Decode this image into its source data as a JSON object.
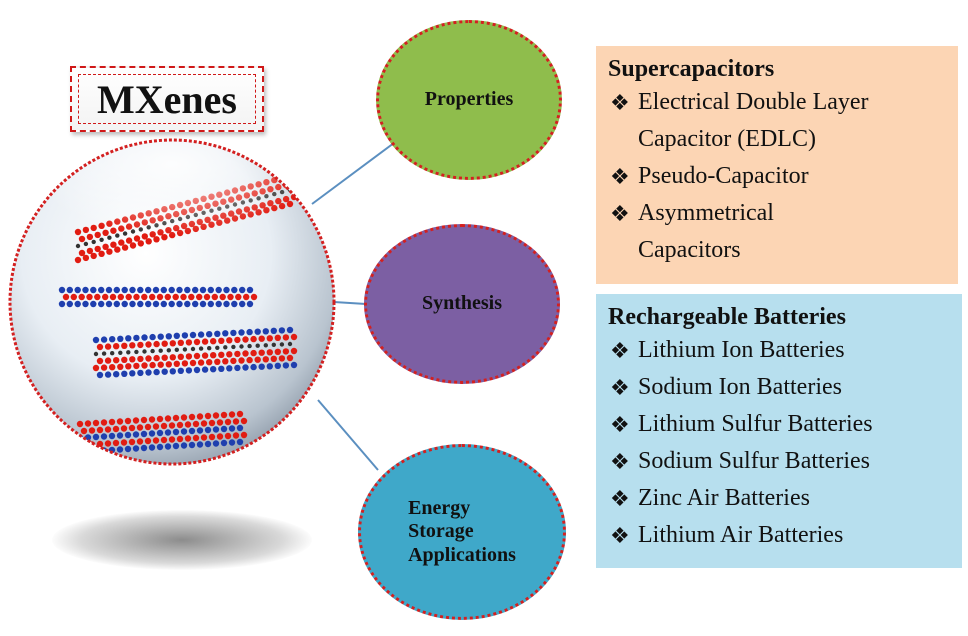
{
  "title": "MXenes",
  "nodes": {
    "properties": "Properties",
    "synthesis": "Synthesis",
    "energy_line1": "Energy",
    "energy_line2": "Storage",
    "energy_line3": "Applications"
  },
  "bullet_symbol": "❖",
  "supercapacitors": {
    "heading": "Supercapacitors",
    "items": [
      [
        "Electrical Double Layer",
        "Capacitor (EDLC)"
      ],
      [
        "Pseudo-Capacitor"
      ],
      [
        "Asymmetrical",
        "Capacitors"
      ]
    ]
  },
  "batteries": {
    "heading": "Rechargeable Batteries",
    "items": [
      "Lithium Ion Batteries",
      "Sodium Ion Batteries",
      "Lithium Sulfur Batteries",
      "Sodium Sulfur Batteries",
      "Zinc Air Batteries",
      "Lithium Air Batteries"
    ]
  },
  "colors": {
    "properties": "#8fbd4c",
    "synthesis": "#7c5fa3",
    "energy": "#3fa8c9",
    "supercap_panel": "#fcd5b4",
    "battery_panel": "#b7dfee",
    "border_red": "#d32020",
    "atom_red": "#e11c12",
    "atom_blue": "#1f3fae",
    "connector": "#5b8fc0"
  }
}
